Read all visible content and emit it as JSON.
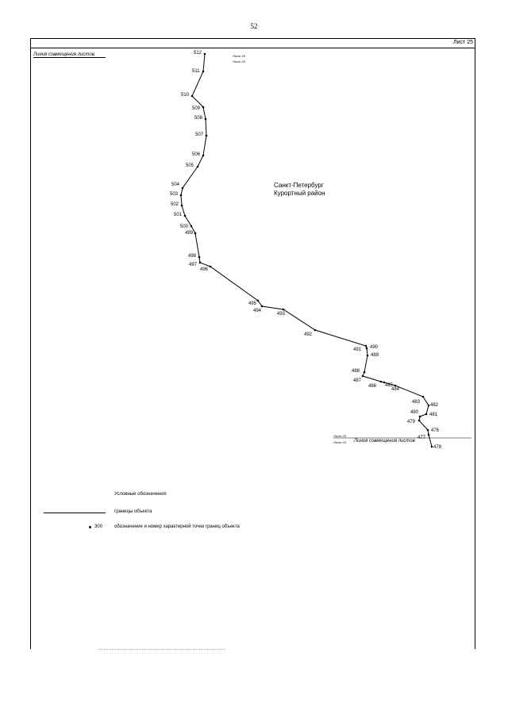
{
  "page_number": "52",
  "sheet_label": "Лист 25",
  "merge_line_label": "Линия совмещения листов",
  "top_sheet_refs": [
    "Лист 26",
    "Лист 25"
  ],
  "bottom_sheet_refs": [
    "Лист 25",
    "Лист 24"
  ],
  "bottom_merge_label": "Линия совмещения листов",
  "region": [
    "Санкт-Петербург",
    "Курортный район"
  ],
  "legend": {
    "title": "Условные обозначения:",
    "line_label": "границы объекта",
    "point_sample": "300",
    "point_label": "обозначение и номер характерной точки границ объекта"
  },
  "points": [
    "512",
    "511",
    "510",
    "509",
    "508",
    "507",
    "506",
    "505",
    "504",
    "503",
    "502",
    "501",
    "500",
    "499",
    "498",
    "497",
    "496",
    "495",
    "494",
    "493",
    "492",
    "491",
    "490",
    "489",
    "488",
    "487",
    "486",
    "485",
    "484",
    "483",
    "482",
    "481",
    "480",
    "479",
    "478",
    "477",
    "476"
  ]
}
